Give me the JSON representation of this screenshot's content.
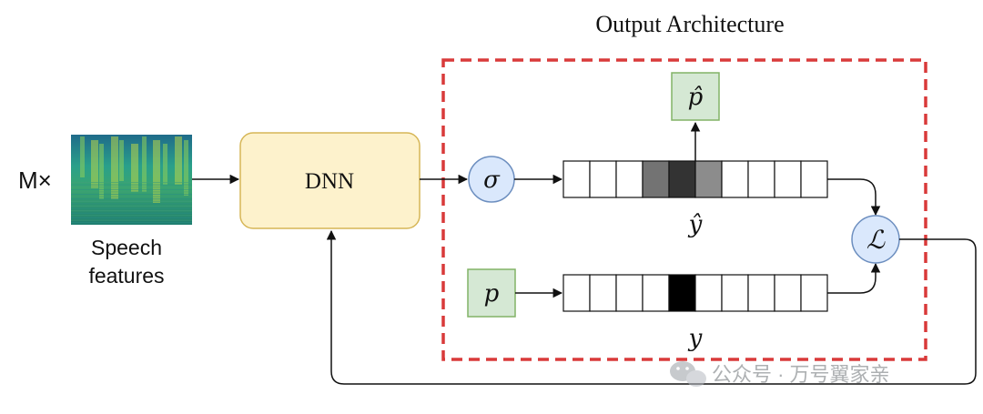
{
  "title": "Output Architecture",
  "input": {
    "multiplier_label": "M×",
    "caption_line1": "Speech",
    "caption_line2": "features"
  },
  "dnn_label": "DNN",
  "sigma_label": "σ",
  "p_hat_label": "p̂",
  "p_label": "p",
  "y_hat_label": "ŷ",
  "y_label": "y",
  "loss_label": "ℒ",
  "watermark": "公众号 · 万号翼家亲",
  "vectors": {
    "y_hat_cells": [
      1,
      1,
      1,
      0.45,
      0.2,
      0.55,
      1,
      1,
      1,
      1
    ],
    "y_cells": [
      1,
      1,
      1,
      1,
      0,
      1,
      1,
      1,
      1,
      1
    ]
  },
  "colors": {
    "dnn_fill": "#fdf2cc",
    "dnn_stroke": "#d6b656",
    "node_fill": "#dae8fc",
    "node_stroke": "#6c8ebf",
    "label_box_fill": "#d5e8d4",
    "label_box_stroke": "#82b366",
    "dashed_border": "#d93a3a"
  }
}
